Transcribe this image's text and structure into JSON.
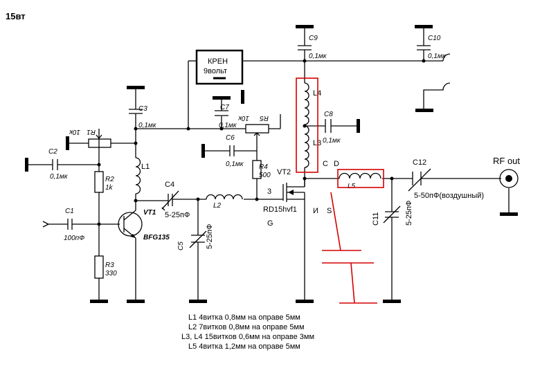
{
  "title": "15вт",
  "components": {
    "C1": {
      "name": "C1",
      "value": "100пФ"
    },
    "C2": {
      "name": "C2",
      "value": "0,1мк"
    },
    "C3": {
      "name": "C3",
      "value": "0,1мк"
    },
    "C4": {
      "name": "C4",
      "value": "5-25пФ"
    },
    "C5": {
      "name": "C5",
      "value": "5-25пФ"
    },
    "C6": {
      "name": "C6",
      "value": "0,1мк"
    },
    "C7": {
      "name": "C7",
      "value": "0,1мк"
    },
    "C8": {
      "name": "C8",
      "value": "0,1мк"
    },
    "C9": {
      "name": "C9",
      "value": "0,1мк"
    },
    "C10": {
      "name": "C10",
      "value": "0,1мк"
    },
    "C11": {
      "name": "C11",
      "value": "5-25пФ"
    },
    "C12": {
      "name": "C12",
      "value": "5-50пФ(воздушный)"
    },
    "R1": {
      "name": "R1",
      "value": "10к"
    },
    "R2": {
      "name": "R2",
      "value": "1k"
    },
    "R3": {
      "name": "R3",
      "value": "330"
    },
    "R4": {
      "name": "R4",
      "value": "500"
    },
    "R5": {
      "name": "R5",
      "value": "10к"
    },
    "L1": {
      "name": "L1"
    },
    "L2": {
      "name": "L2"
    },
    "L3": {
      "name": "L3"
    },
    "L4": {
      "name": "L4"
    },
    "L5": {
      "name": "L5"
    },
    "VT1": {
      "name": "VT1",
      "part": "BFG135"
    },
    "VT2": {
      "name": "VT2",
      "part": "RD15hvf1"
    },
    "regulator": {
      "line1": "КРЕН",
      "line2": "9вольт"
    }
  },
  "pins": {
    "gate": "G",
    "drain": "D",
    "source": "S",
    "stock": "И",
    "c": "C",
    "three": "3"
  },
  "output_label": "RF out",
  "notes": [
    "L1 4витка 0,8мм на оправе 5мм",
    "L2 7витков 0,8мм на оправе 5мм",
    "L3, L4 15витков 0,6мм на оправе 3мм",
    "L5 4витка 1,2мм на оправе 5мм"
  ],
  "colors": {
    "wire": "#000000",
    "highlight": "#d40000"
  }
}
